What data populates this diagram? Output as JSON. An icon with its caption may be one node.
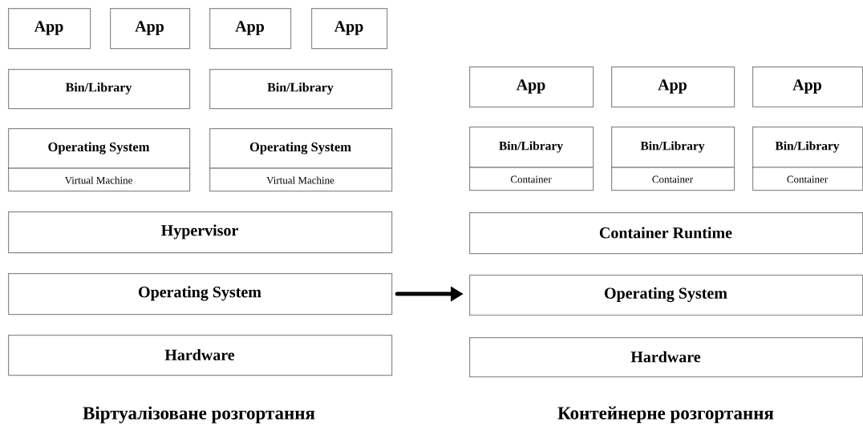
{
  "diagram": {
    "nodes": [
      {
        "text": [
          "App"
        ]
      },
      {
        "text": [
          "App"
        ]
      },
      {
        "text": [
          "App"
        ]
      },
      {
        "text": [
          "App"
        ]
      },
      {
        "text": [
          "Bin/Library"
        ]
      },
      {
        "text": [
          "Bin/Library"
        ]
      },
      {
        "text": [
          "Operating System",
          "Virtual Machine"
        ]
      },
      {
        "text": [
          "Operating System",
          "Virtual Machine"
        ]
      },
      {
        "text": [
          "Hypervisor"
        ]
      },
      {
        "text": [
          "Operating System"
        ]
      },
      {
        "text": [
          "Hardware"
        ]
      },
      {
        "text": [
          "App"
        ]
      },
      {
        "text": [
          "App"
        ]
      },
      {
        "text": [
          "App"
        ]
      },
      {
        "text": [
          "Bin/Library",
          "Container"
        ]
      },
      {
        "text": [
          "Bin/Library",
          "Container"
        ]
      },
      {
        "text": [
          "Bin/Library",
          "Container"
        ]
      },
      {
        "text": [
          "Container Runtime"
        ]
      },
      {
        "text": [
          "Operating System"
        ]
      },
      {
        "text": [
          "Hardware"
        ]
      }
    ],
    "edges": [
      {
        "from": 9,
        "to": 18,
        "arrow": "to"
      }
    ],
    "labels": [
      "Віртуалізоване розгортання",
      "Контейнерне розгортання"
    ]
  }
}
